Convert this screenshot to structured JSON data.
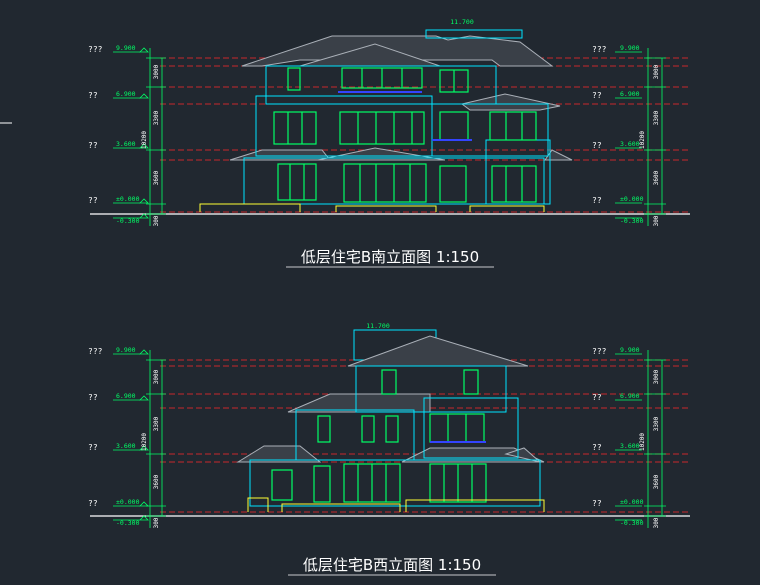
{
  "drawings": [
    {
      "title": "低层住宅B南立面图 1:150",
      "top_elevation": "11.700",
      "levels_left": [
        {
          "tag": "???",
          "value": "9.900"
        },
        {
          "tag": "??",
          "value": "6.900"
        },
        {
          "tag": "??",
          "value": "3.600"
        },
        {
          "tag": "??",
          "value": "±0.000"
        },
        {
          "tag": "",
          "value": "-0.300"
        }
      ],
      "levels_right": [
        {
          "tag": "???",
          "value": "9.900"
        },
        {
          "tag": "??",
          "value": "6.900"
        },
        {
          "tag": "??",
          "value": "3.600"
        },
        {
          "tag": "??",
          "value": "±0.000"
        },
        {
          "tag": "",
          "value": "-0.300"
        }
      ],
      "dims_left": [
        "3000",
        "3300",
        "3600",
        "300"
      ],
      "dims_right": [
        "3000",
        "3300",
        "3600",
        "300"
      ],
      "total_dim": "10200"
    },
    {
      "title": "低层住宅B西立面图 1:150",
      "top_elevation": "11.700",
      "levels_left": [
        {
          "tag": "???",
          "value": "9.900"
        },
        {
          "tag": "??",
          "value": "6.900"
        },
        {
          "tag": "??",
          "value": "3.600"
        },
        {
          "tag": "??",
          "value": "±0.000"
        },
        {
          "tag": "",
          "value": "-0.300"
        }
      ],
      "levels_right": [
        {
          "tag": "???",
          "value": "9.900"
        },
        {
          "tag": "??",
          "value": "6.900"
        },
        {
          "tag": "??",
          "value": "3.600"
        },
        {
          "tag": "??",
          "value": "±0.000"
        },
        {
          "tag": "",
          "value": "-0.300"
        }
      ],
      "dims_left": [
        "3000",
        "3300",
        "3600",
        "300"
      ],
      "dims_right": [
        "3000",
        "3300",
        "3600",
        "300"
      ],
      "total_dim": "10200"
    }
  ],
  "colors": {
    "background": "#212830",
    "level_line": "#ff2a2a",
    "dimension": "#00ff66",
    "outline": "#00e5ff",
    "windows": "#00ff66",
    "roof": "#cccccc",
    "ground": "#ffff33",
    "trim": "#3344ff",
    "text": "#ffffff"
  }
}
